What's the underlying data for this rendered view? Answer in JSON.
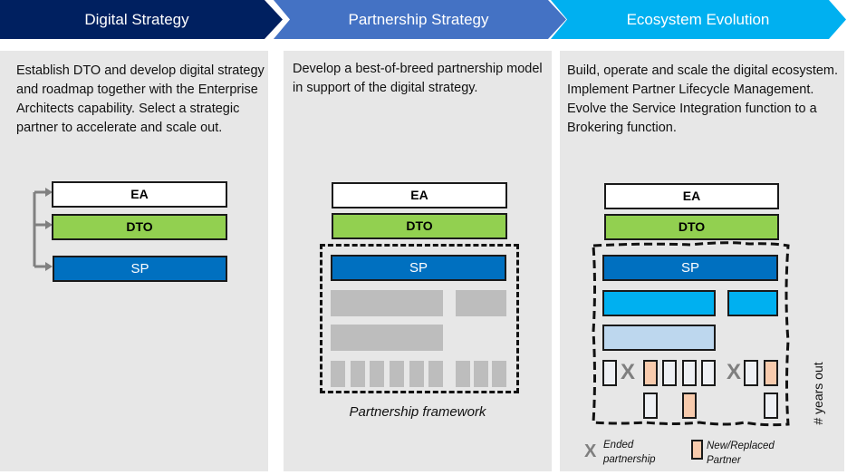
{
  "phases": [
    {
      "title": "Digital Strategy",
      "color": "#002060",
      "description": "Establish DTO and develop digital strategy and roadmap together with the Enterprise Architects capability. Select a strategic partner to accelerate and scale out."
    },
    {
      "title": "Partnership Strategy",
      "color": "#4472c4",
      "description": "Develop a best-of-breed partnership model in support of the digital strategy.",
      "caption": "Partnership framework"
    },
    {
      "title": "Ecosystem Evolution",
      "color": "#00b0f0",
      "description": "Build, operate and scale the digital ecosystem. Implement Partner Lifecycle Management. Evolve the Service Integration function to a Brokering function.",
      "side_label": "# years out"
    }
  ],
  "boxes": {
    "ea": "EA",
    "dto": "DTO",
    "sp": "SP"
  },
  "colors": {
    "ea": "#ffffff",
    "dto": "#92d050",
    "sp": "#0070c0",
    "framework_grey": "#bdbdbd",
    "ecosystem_blue": "#00b0f0",
    "ecosystem_light": "#bdd7ee",
    "partner": "#eef0f4",
    "new_partner": "#f8cbad",
    "ended": "#7f7f7f"
  },
  "legend": {
    "ended_mark": "X",
    "ended": "Ended partnership",
    "ended_line1": "Ended",
    "ended_line2": "partnership",
    "new_line1": "New/Replaced",
    "new_line2": "Partner"
  }
}
